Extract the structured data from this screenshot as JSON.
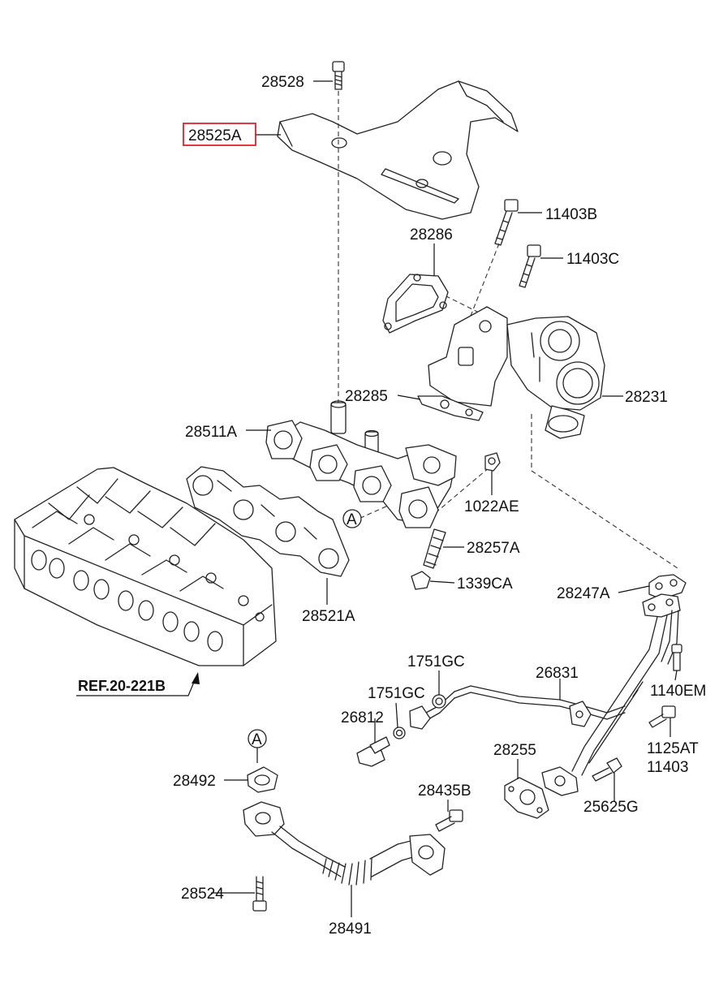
{
  "parts": {
    "p28528": "28528",
    "p28525A": "28525A",
    "p11403B": "11403B",
    "p28286": "28286",
    "p11403C": "11403C",
    "p28285": "28285",
    "p28231": "28231",
    "p28511A": "28511A",
    "p1022AE": "1022AE",
    "p28257A": "28257A",
    "p1339CA": "1339CA",
    "p28521A": "28521A",
    "p28247A": "28247A",
    "p1751GC_a": "1751GC",
    "p26831": "26831",
    "p1751GC_b": "1751GC",
    "p1140EM": "1140EM",
    "p26812": "26812",
    "p1125AT": "1125AT",
    "p11403": "11403",
    "p28255": "28255",
    "p28492": "28492",
    "p28435B": "28435B",
    "p25625G": "25625G",
    "p28524": "28524",
    "p28491": "28491"
  },
  "ref_label": "REF.20-221B",
  "marker_a": "A",
  "highlight_color": "#e0202a"
}
